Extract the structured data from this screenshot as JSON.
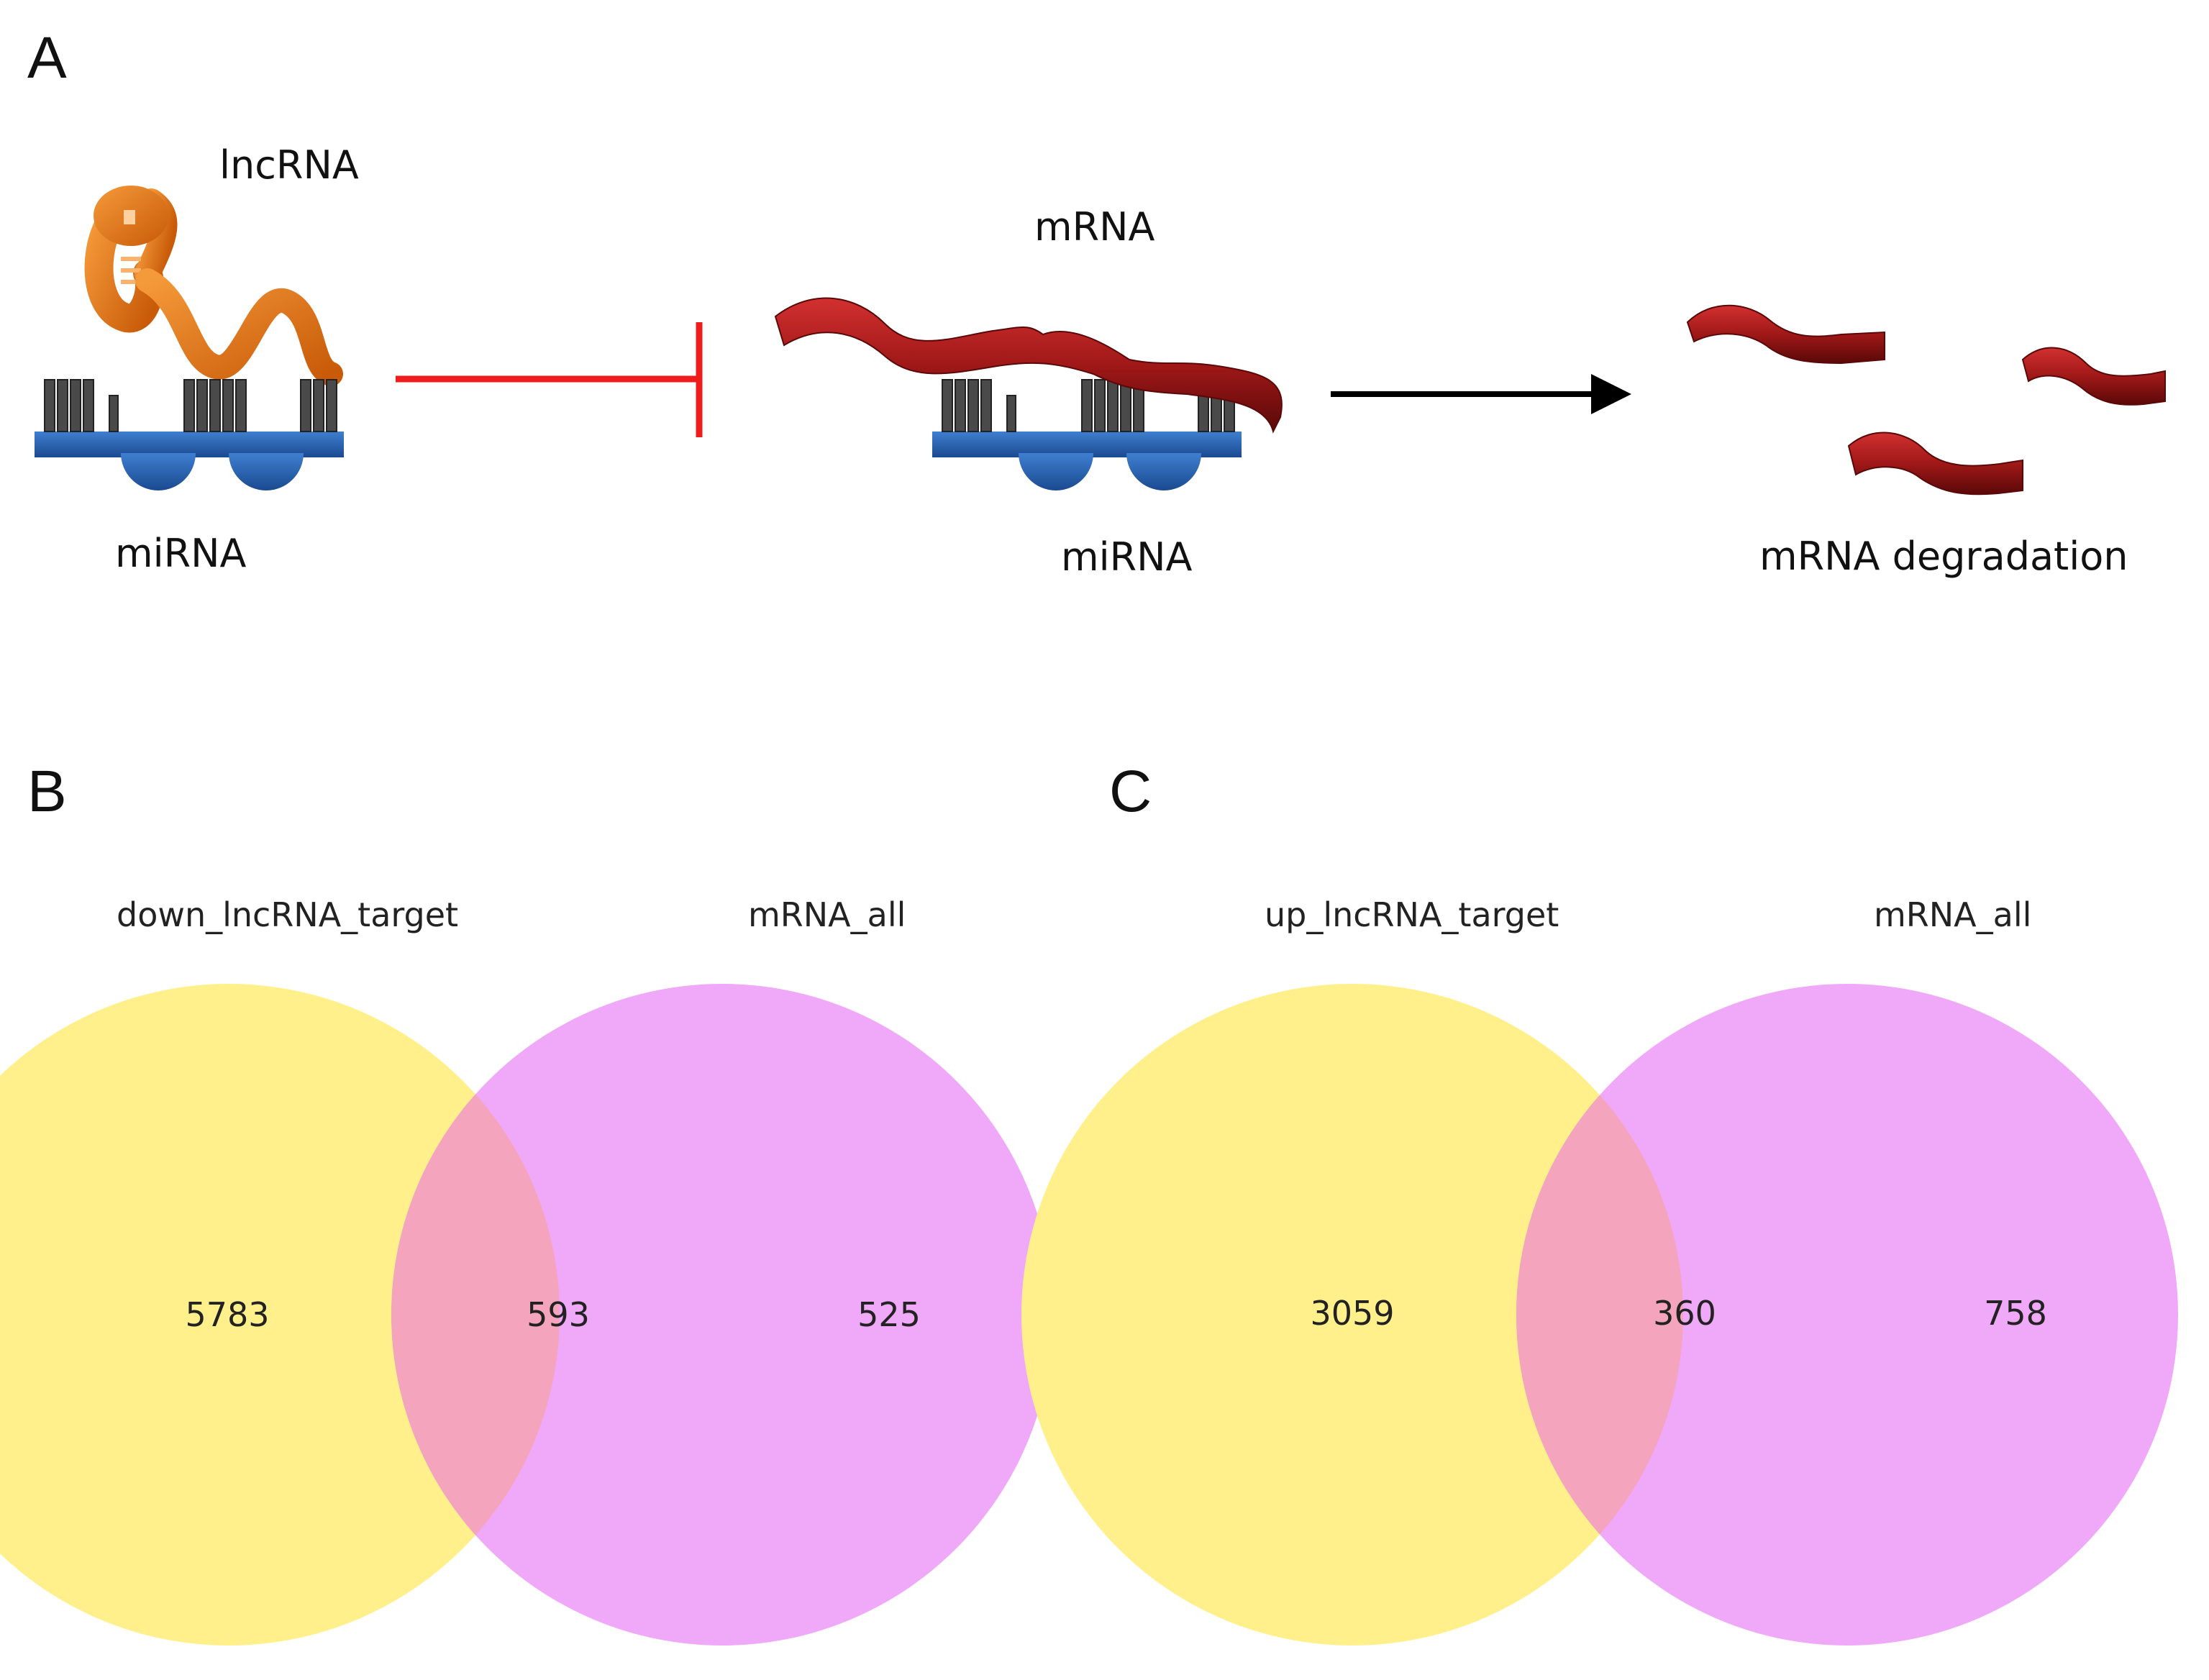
{
  "panels": {
    "a": {
      "letter": "A",
      "labels": {
        "lncrna": "lncRNA",
        "mirna_left": "miRNA",
        "mrna": "mRNA",
        "mirna_right": "miRNA",
        "degradation": "mRNA degradation"
      },
      "colors": {
        "lncrna": "#e06a10",
        "mirna_backbone": "#1e5aa8",
        "mirna_teeth": "#4a4a4a",
        "mrna": "#a01818",
        "inhibit_arrow": "#ee1c1c",
        "arrow": "#000000"
      }
    },
    "b": {
      "letter": "B",
      "venn": {
        "left_label": "down_lncRNA_target",
        "right_label": "mRNA_all",
        "left_only": "5783",
        "overlap": "593",
        "right_only": "525"
      }
    },
    "c": {
      "letter": "C",
      "venn": {
        "left_label": "up_lncRNA_target",
        "right_label": "mRNA_all",
        "left_only": "3059",
        "overlap": "360",
        "right_only": "758"
      }
    },
    "venn_colors": {
      "left": "#fff08c",
      "right": "#f0a8f8",
      "overlap": "#f4a4bc"
    }
  }
}
